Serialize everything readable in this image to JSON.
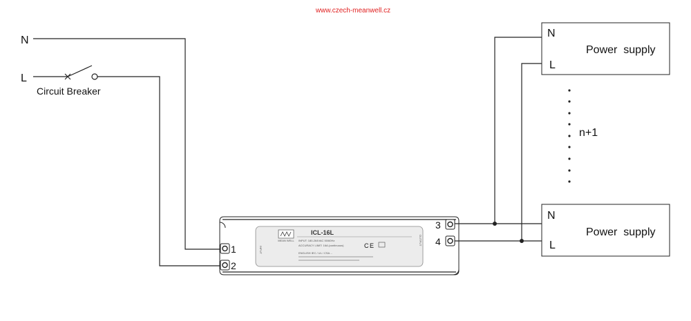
{
  "watermark": "www.czech-meanwell.cz",
  "input": {
    "n_label": "N",
    "l_label": "L",
    "breaker_label": "Circuit Breaker"
  },
  "device": {
    "model": "ICL-16L",
    "brand": "MEAN WELL",
    "input_spec": "INPUT: 180-264VAC 50/60Hz",
    "accuracy_spec": "ACCURACY LIMIT: 16A  (continuous)",
    "fine_print": "ENGLISH IEC / UL / CSA ...",
    "input_side_label": "INPUT",
    "output_side_label": "OUTPUT",
    "terminal_1": "1",
    "terminal_2": "2",
    "terminal_3": "3",
    "terminal_4": "4"
  },
  "loads": {
    "top": {
      "label": "Power  supply",
      "n_label": "N",
      "l_label": "L"
    },
    "bottom": {
      "label": "Power  supply",
      "n_label": "N",
      "l_label": "L"
    },
    "count_label": "n+1"
  }
}
